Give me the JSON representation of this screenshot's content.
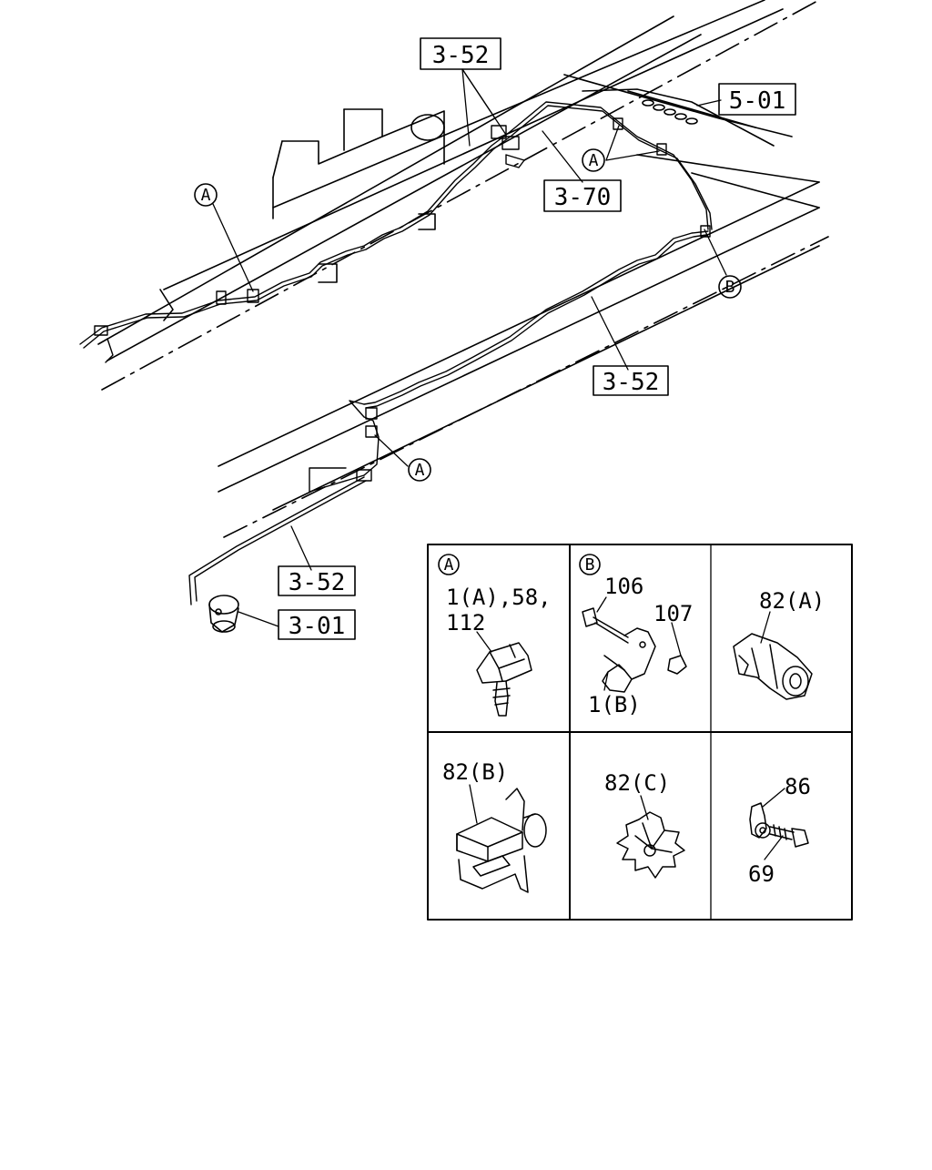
{
  "refs": {
    "r1": "3-52",
    "r2": "5-01",
    "r3": "3-70",
    "r4": "3-52",
    "r5": "3-52",
    "r6": "3-01"
  },
  "circles": {
    "a1": "A",
    "a2": "A",
    "a3": "A",
    "b1": "B"
  },
  "detail": {
    "cellA": {
      "badge": "A",
      "label1": "1(A),58,",
      "label2": "112"
    },
    "cellB": {
      "badge": "B",
      "label1": "106",
      "label2": "107",
      "label3": "1(B)"
    },
    "cellC": {
      "label": "82(A)"
    },
    "cellD": {
      "label": "82(B)"
    },
    "cellE": {
      "label": "82(C)"
    },
    "cellF": {
      "label1": "86",
      "label2": "69"
    }
  }
}
